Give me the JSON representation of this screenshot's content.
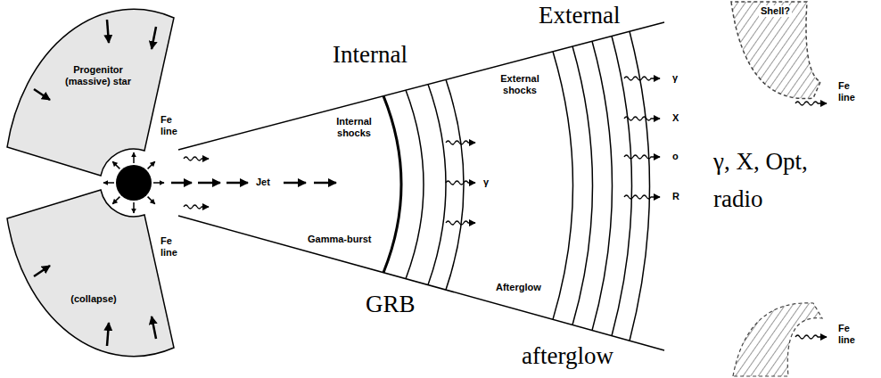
{
  "diagram": {
    "nodes": [
      {
        "text": [
          "Progenitor (massive) star"
        ]
      },
      {
        "text": [
          "(collapse)"
        ]
      },
      {
        "text": [
          "Shell?"
        ]
      }
    ],
    "labels": [
      "Internal",
      "External",
      "Internal shocks",
      "External shocks",
      "Fe line",
      "Jet",
      "γ",
      "γ",
      "X",
      "o",
      "R",
      "γ, X, Opt, radio",
      "Fe line",
      "Fe line",
      "Gamma-burst",
      "GRB",
      "Afterglow",
      "afterglow",
      "Fe line"
    ]
  }
}
